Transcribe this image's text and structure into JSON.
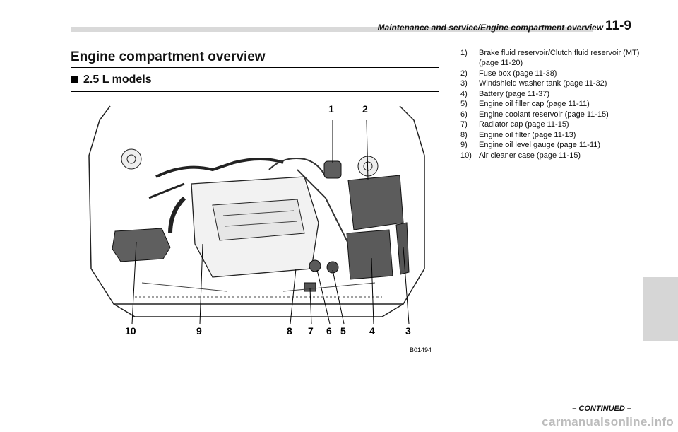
{
  "header": {
    "running_title": "Maintenance and service/Engine compartment overview",
    "page_number": "11-9"
  },
  "section": {
    "title": "Engine compartment overview",
    "subtitle": "2.5 L models"
  },
  "figure": {
    "code": "B01494",
    "callouts": [
      "1",
      "2",
      "3",
      "4",
      "5",
      "6",
      "7",
      "8",
      "9",
      "10"
    ]
  },
  "legend": [
    {
      "num": "1)",
      "text": "Brake fluid reservoir/Clutch fluid reservoir (MT) (page 11-20)"
    },
    {
      "num": "2)",
      "text": "Fuse box (page 11-38)"
    },
    {
      "num": "3)",
      "text": "Windshield washer tank (page 11-32)"
    },
    {
      "num": "4)",
      "text": "Battery (page 11-37)"
    },
    {
      "num": "5)",
      "text": "Engine oil filler cap (page 11-11)"
    },
    {
      "num": "6)",
      "text": "Engine coolant reservoir (page 11-15)"
    },
    {
      "num": "7)",
      "text": "Radiator cap (page 11-15)"
    },
    {
      "num": "8)",
      "text": "Engine oil filter (page 11-13)"
    },
    {
      "num": "9)",
      "text": "Engine oil level gauge (page 11-11)"
    },
    {
      "num": "10)",
      "text": "Air cleaner case (page 11-15)"
    }
  ],
  "footer": {
    "continued": "– CONTINUED –",
    "watermark": "carmanualsonline.info"
  }
}
